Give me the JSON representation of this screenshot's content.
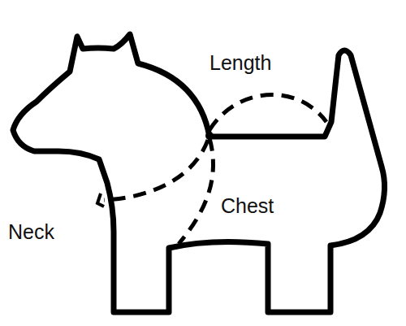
{
  "diagram": {
    "labels": [
      "Length",
      "Chest",
      "Neck"
    ]
  }
}
